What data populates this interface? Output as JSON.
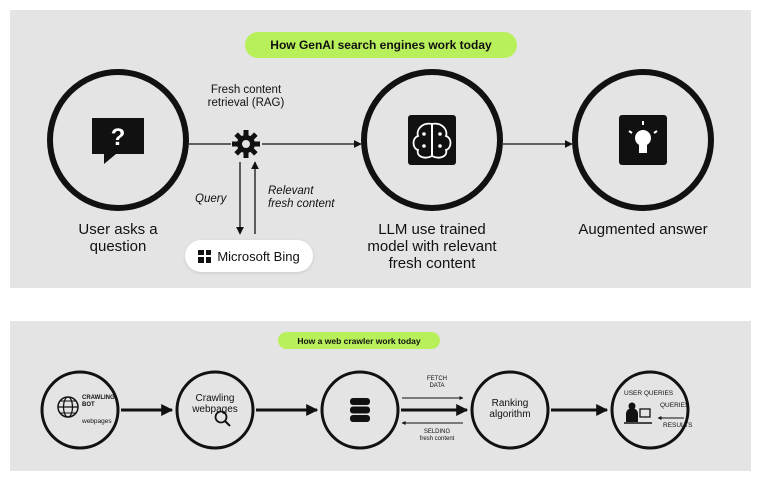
{
  "top": {
    "title": "How GenAI search engines work today",
    "rag_label": [
      "Fresh content",
      "retrieval (RAG)"
    ],
    "query_label": "Query",
    "relevant_label": [
      "Relevant",
      "fresh content"
    ],
    "bing_label": "Microsoft Bing",
    "step1_label": [
      "User asks a",
      "question"
    ],
    "step2_label": [
      "LLM use trained",
      "model with relevant",
      "fresh content"
    ],
    "step3_label": "Augmented answer"
  },
  "bottom": {
    "title": "How a web crawler work today",
    "bot_label": [
      "CRAWLING",
      "BOT"
    ],
    "webpages_label": "webpages",
    "crawling_label": [
      "Crawling",
      "webpages"
    ],
    "fetch_label": [
      "FETCH",
      "DATA"
    ],
    "sending_label": [
      "SELDING",
      "fresh content"
    ],
    "ranking_label": [
      "Ranking",
      "algorithm"
    ],
    "user_queries_label": "USER QUERIES",
    "queries_label": "QUERIES",
    "results_label": "RESULTS"
  },
  "colors": {
    "panel": "#e4e4e4",
    "accent_green": "#b8f05c",
    "ink": "#111111"
  }
}
